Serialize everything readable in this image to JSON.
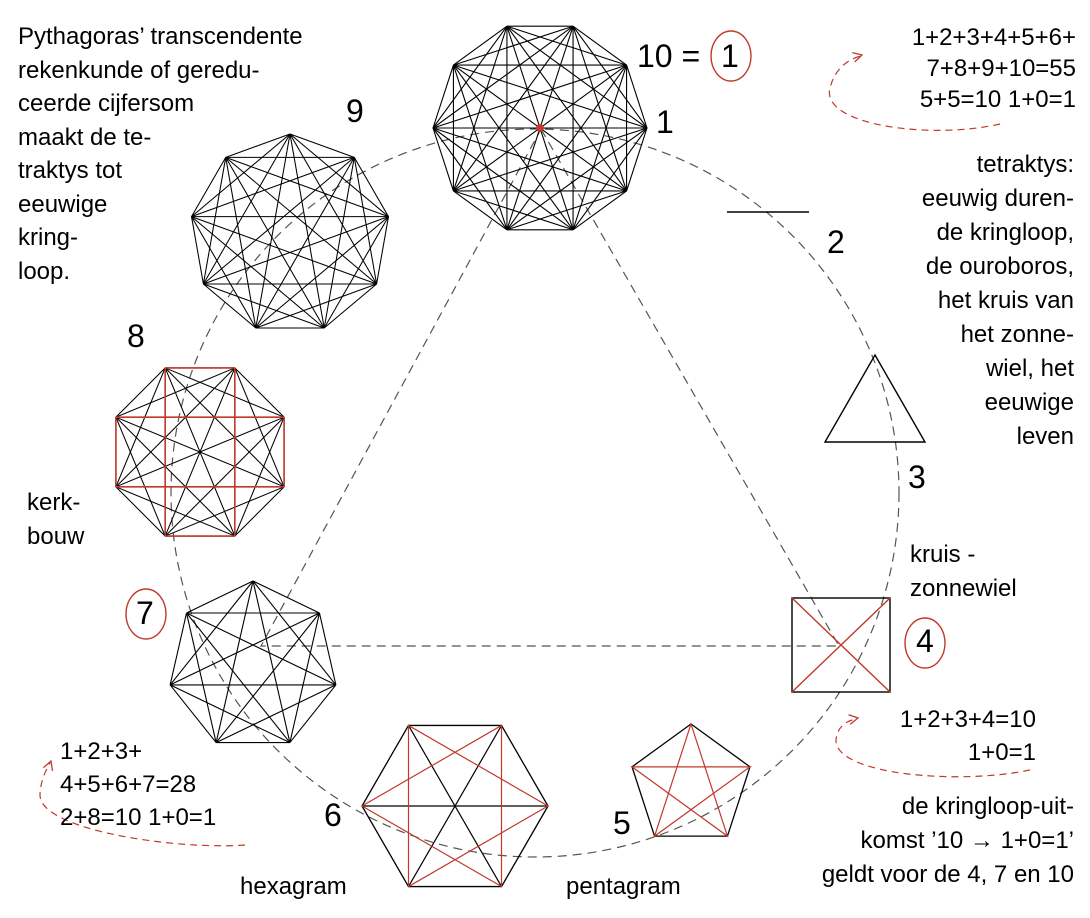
{
  "intro_text": [
    "Pythagoras’ transcendente",
    "rekenkunde of geredu-",
    "ceerde cijfersom",
    "maakt de te-",
    "traktys tot",
    "eeuwige",
    "kring-",
    "loop."
  ],
  "sum_top": [
    "1+2+3+4+5+6+",
    "7+8+9+10=55",
    "5+5=10  1+0=1"
  ],
  "tetraktys_text": [
    "tetraktys:",
    "eeuwig duren-",
    "de kringloop,",
    "de ouroboros,",
    "het kruis van",
    "het zonne-",
    "wiel, het",
    "eeuwige",
    "leven"
  ],
  "label_10": "10 =",
  "circled_1": "1",
  "numbers": {
    "n1": "1",
    "n2": "2",
    "n3": "3",
    "n4": "4",
    "n5": "5",
    "n6": "6",
    "n7": "7",
    "n8": "8",
    "n9": "9"
  },
  "kruis_label": [
    "kruis -",
    "zonnewiel"
  ],
  "kerkbouw_label": [
    "kerk-",
    "bouw"
  ],
  "sum_4": [
    "1+2+3+4=10",
    "1+0=1"
  ],
  "sum_7": [
    "1+2+3+",
    "4+5+6+7=28",
    "2+8=10   1+0=1"
  ],
  "kringloop_text": [
    "de kringloop-uit-",
    "komst ’10 → 1+0=1’",
    "geldt voor de 4, 7 en 10"
  ],
  "hexagram_label": "hexagram",
  "pentagram_label": "pentagram",
  "colors": {
    "line": "#000000",
    "accent": "#c0392b",
    "dashed": "#555555"
  }
}
